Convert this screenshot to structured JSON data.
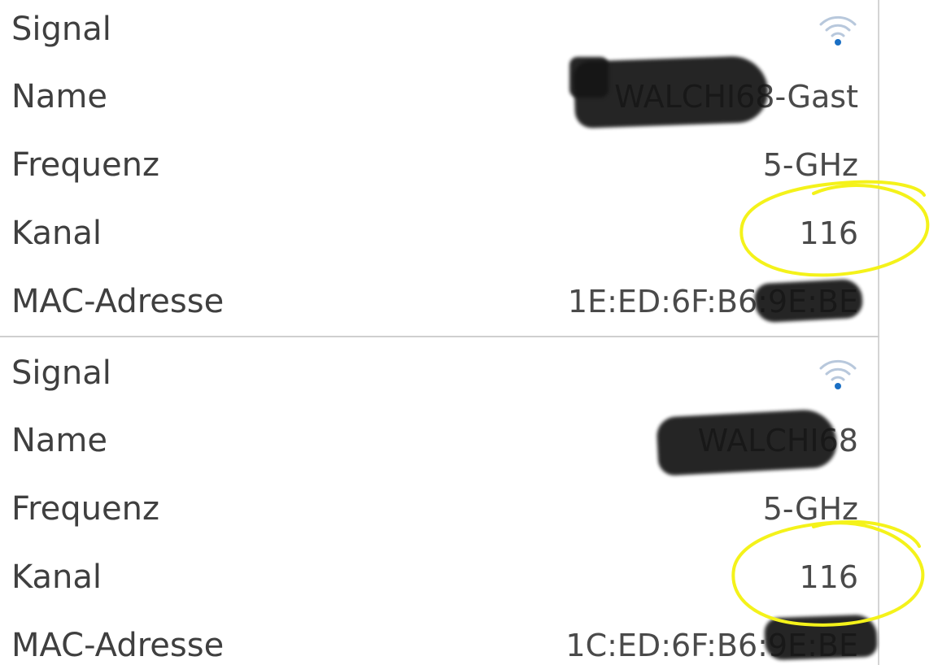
{
  "networks": [
    {
      "signal_label": "Signal",
      "signal_icon": "wifi-signal-icon",
      "name_label": "Name",
      "name_value": "WALCHI68-Gast",
      "frequency_label": "Frequenz",
      "frequency_value": "5-GHz",
      "channel_label": "Kanal",
      "channel_value": "116",
      "mac_label": "MAC-Adresse",
      "mac_value": "1E:ED:6F:B6:9E:BE"
    },
    {
      "signal_label": "Signal",
      "signal_icon": "wifi-signal-icon",
      "name_label": "Name",
      "name_value": "WALCHI68",
      "frequency_label": "Frequenz",
      "frequency_value": "5-GHz",
      "channel_label": "Kanal",
      "channel_value": "116",
      "mac_label": "MAC-Adresse",
      "mac_value": "1C:ED:6F:B6:9E:BE"
    }
  ],
  "colors": {
    "wifi_dot": "#1a6fc4",
    "wifi_arcs": "#b8c8dc",
    "highlight": "#f4f21a",
    "redaction": "#151515"
  }
}
